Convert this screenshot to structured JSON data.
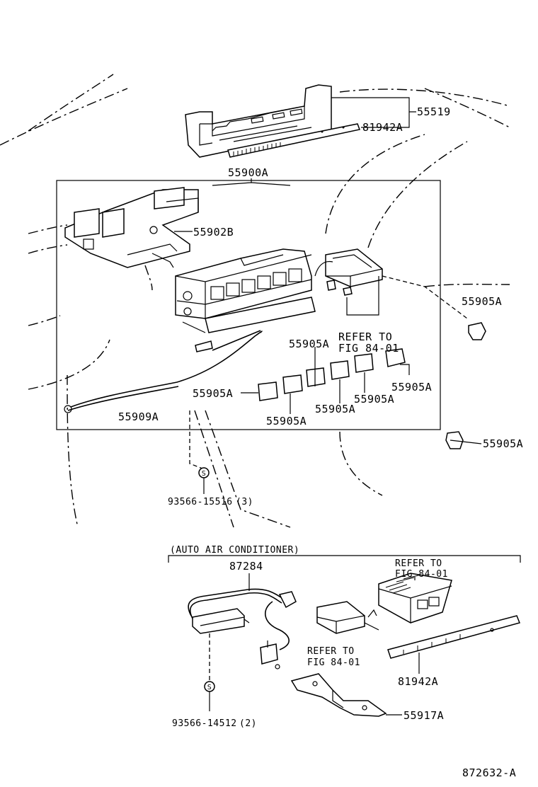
{
  "labels": {
    "p55519": "55519",
    "p81942a_top": "81942A",
    "p55900a": "55900A",
    "p55902b": "55902B",
    "p55905a_right": "55905A",
    "refer_to_1": "REFER TO",
    "fig_1": "FIG 84-01",
    "p55905a_a": "55905A",
    "p55905a_b": "55905A",
    "p55905a_c": "55905A",
    "p55905a_d": "55905A",
    "p55905a_e": "55905A",
    "p55905a_f": "55905A",
    "p55909a": "55909A",
    "p55905a_outside": "55905A",
    "screw_1_part": "93566-15516",
    "screw_1_qty": "(3)",
    "section_title": "(AUTO AIR CONDITIONER)",
    "p87284": "87284",
    "refer_to_2": "REFER TO",
    "fig_2": "FIG 84-01",
    "refer_to_3": "REFER TO",
    "fig_3": "FIG 84-01",
    "p81942a_bottom": "81942A",
    "screw_2_part": "93566-14512",
    "screw_2_qty": "(2)",
    "p55917a": "55917A",
    "figure_id": "872632-A"
  },
  "icons": {
    "screw_symbol": "S"
  }
}
